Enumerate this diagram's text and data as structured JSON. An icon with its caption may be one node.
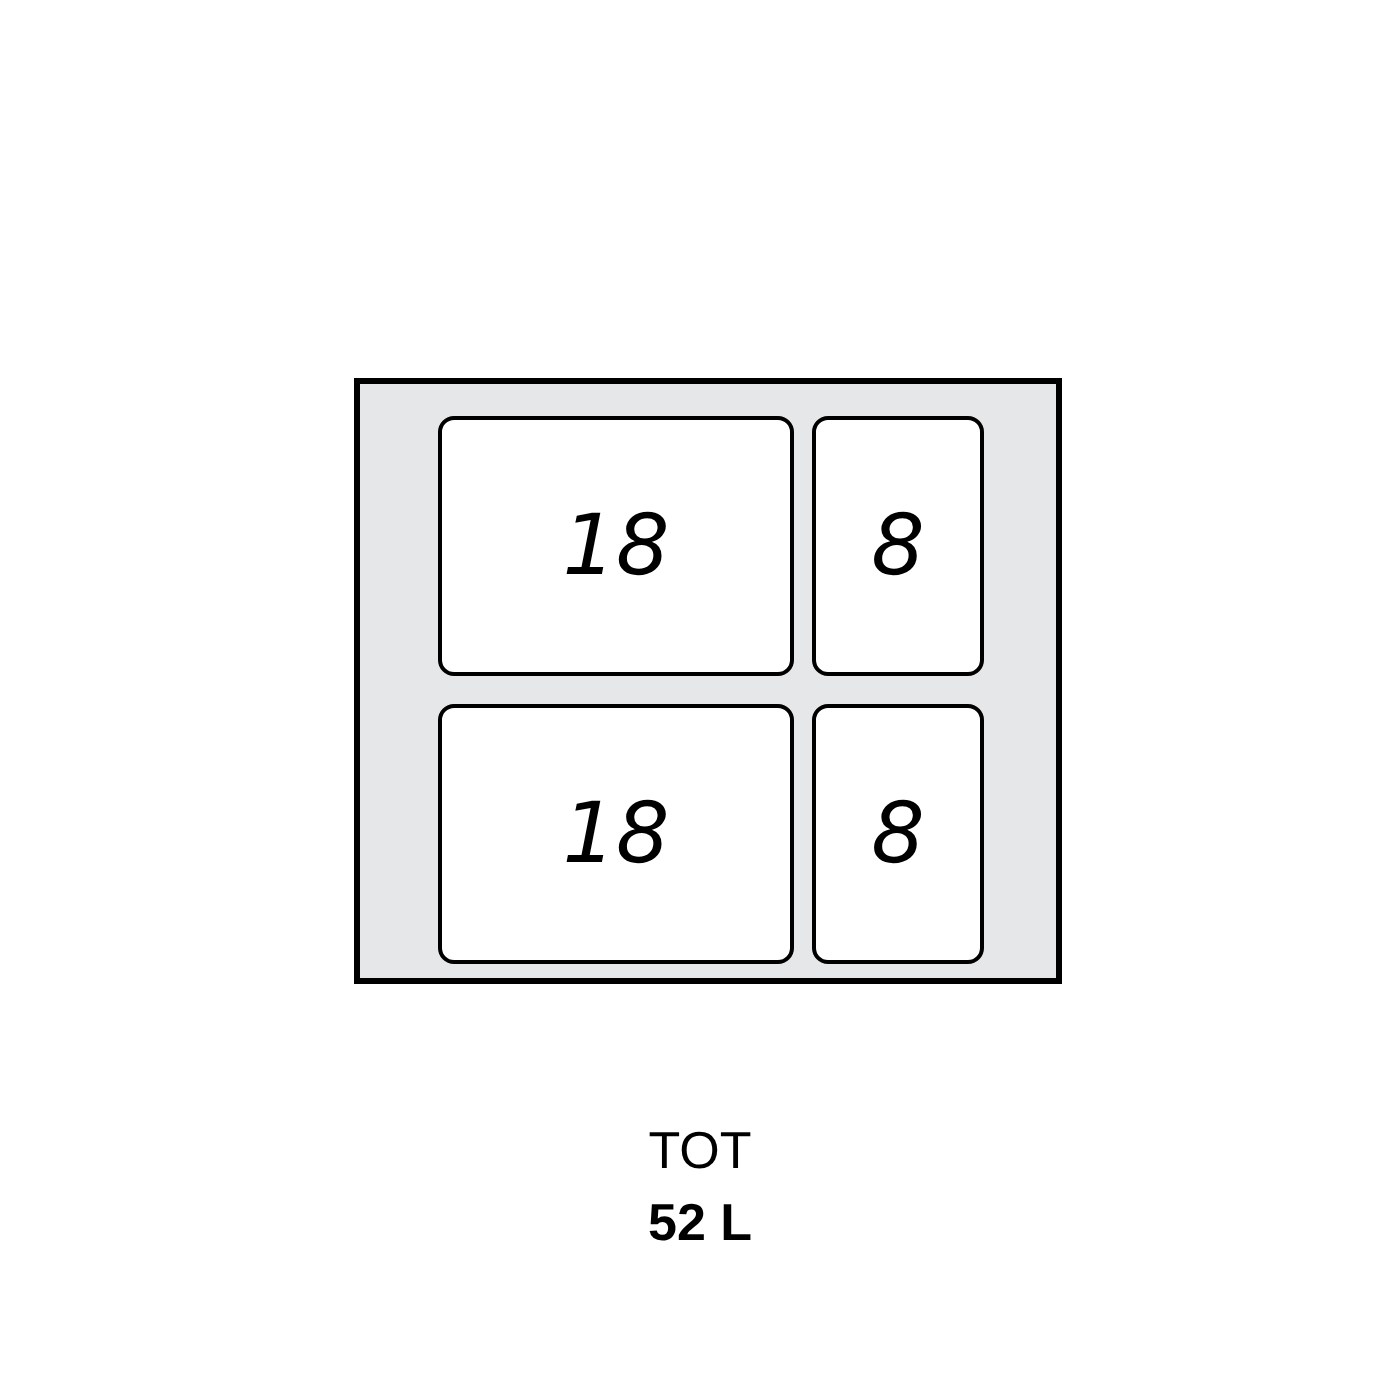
{
  "diagram": {
    "nodes": [
      {
        "text": [],
        "shape": "box"
      },
      {
        "text": [
          "18"
        ],
        "in": 0
      },
      {
        "text": [
          "8"
        ],
        "in": 0
      },
      {
        "text": [
          "18"
        ],
        "in": 0
      },
      {
        "text": [
          "8"
        ],
        "in": 0
      }
    ],
    "labels": [
      "TOT",
      "52 L"
    ]
  }
}
